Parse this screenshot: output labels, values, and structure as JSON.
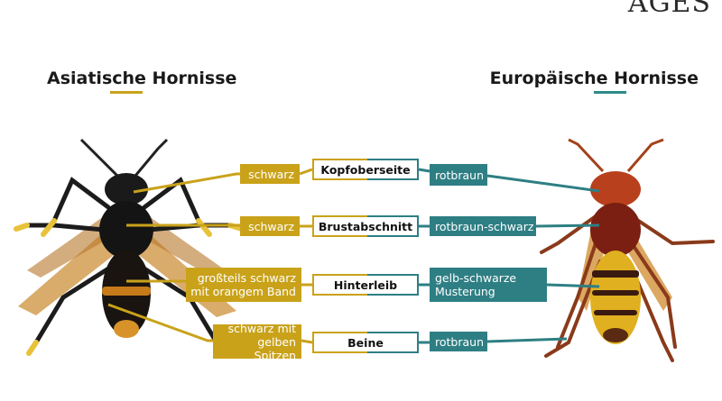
{
  "logo": {
    "text": "AGES"
  },
  "headings": {
    "left": "Asiatische Hornisse",
    "right": "Europäische Hornisse"
  },
  "colors": {
    "gold": "#c9a21a",
    "teal": "#2e7f84"
  },
  "rows": [
    {
      "label": "Kopfoberseite",
      "asian": "schwarz",
      "european": "rotbraun"
    },
    {
      "label": "Brustabschnitt",
      "asian": "schwarz",
      "european": "rotbraun-schwarz"
    },
    {
      "label": "Hinterleib",
      "asian": "großteils schwarz mit orangem Band",
      "european": "gelb-schwarze Musterung"
    },
    {
      "label": "Beine",
      "asian": "schwarz mit gelben Spitzen",
      "european": "rotbraun"
    }
  ]
}
